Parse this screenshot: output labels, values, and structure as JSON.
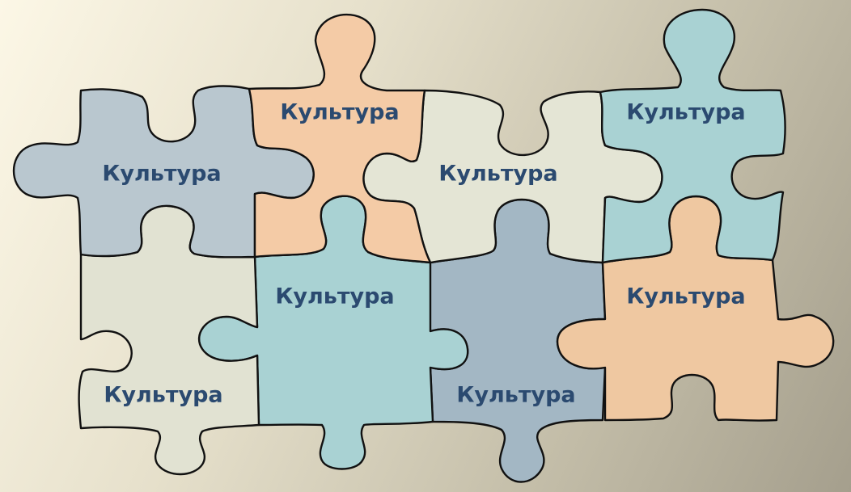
{
  "puzzle": {
    "pieces": [
      {
        "label": "Культура",
        "color": "#b9c7cf"
      },
      {
        "label": "Культура",
        "color": "#f4cba6"
      },
      {
        "label": "Культура",
        "color": "#e4e5d5"
      },
      {
        "label": "Культура",
        "color": "#a9d2d3"
      },
      {
        "label": "Культура",
        "color": "#e1e2d2"
      },
      {
        "label": "Культура",
        "color": "#a9d2d3"
      },
      {
        "label": "Культура",
        "color": "#a3b7c4"
      },
      {
        "label": "Культура",
        "color": "#efc8a1"
      }
    ]
  }
}
